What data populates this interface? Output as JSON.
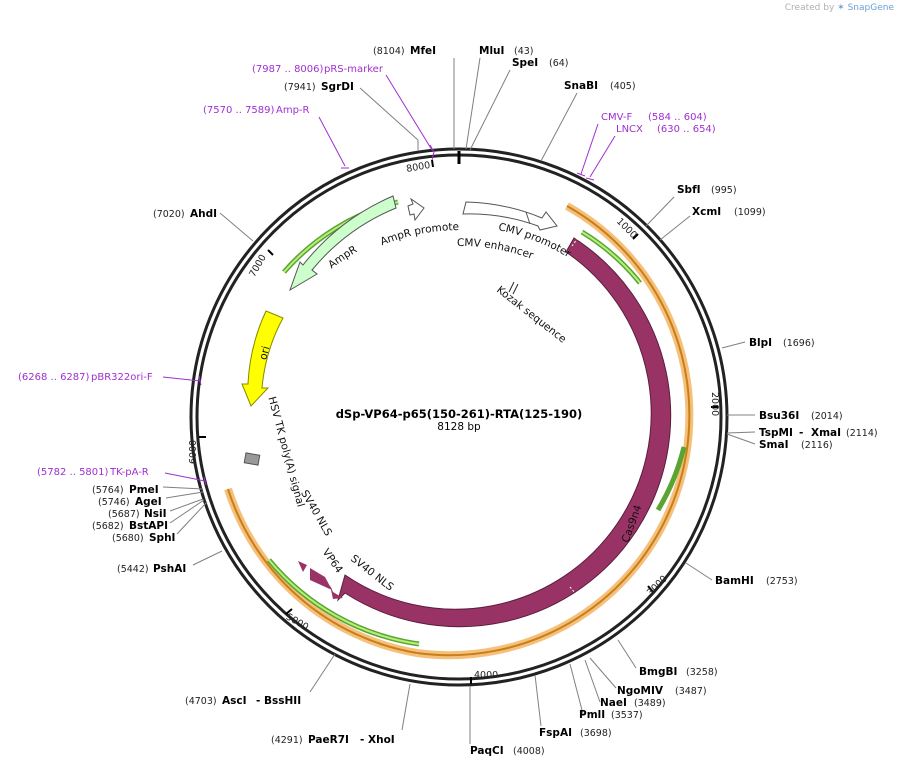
{
  "header": {
    "credit_prefix": "Created by",
    "brand": "SnapGene"
  },
  "plasmid": {
    "name": "dSp-VP64-p65(150-261)-RTA(125-190)",
    "length_label": "8128 bp"
  },
  "ruler_ticks": [
    "1000",
    "2000",
    "3000",
    "4000",
    "5000",
    "6000",
    "7000",
    "8000"
  ],
  "enzymes": [
    {
      "name": "MfeI",
      "pos": "(8104)"
    },
    {
      "name": "MluI",
      "pos": "(43)"
    },
    {
      "name": "SpeI",
      "pos": "(64)"
    },
    {
      "name": "SnaBI",
      "pos": "(405)"
    },
    {
      "name": "SbfI",
      "pos": "(995)"
    },
    {
      "name": "XcmI",
      "pos": "(1099)"
    },
    {
      "name": "BlpI",
      "pos": "(1696)"
    },
    {
      "name": "Bsu36I",
      "pos": "(2014)"
    },
    {
      "name": "TspMI",
      "pos": "(2114)",
      "name2": "XmaI"
    },
    {
      "name": "SmaI",
      "pos": "(2116)"
    },
    {
      "name": "BamHI",
      "pos": "(2753)"
    },
    {
      "name": "BmgBI",
      "pos": "(3258)"
    },
    {
      "name": "NgoMIV",
      "pos": "(3487)"
    },
    {
      "name": "NaeI",
      "pos": "(3489)"
    },
    {
      "name": "PmlI",
      "pos": "(3537)"
    },
    {
      "name": "FspAI",
      "pos": "(3698)"
    },
    {
      "name": "PaqCI",
      "pos": "(4008)"
    },
    {
      "name": "PaeR7I",
      "pos": "(4291)",
      "name2": "XhoI"
    },
    {
      "name": "AscI",
      "pos": "(4703)",
      "name2": "BssHII"
    },
    {
      "name": "PshAI",
      "pos": "(5442)"
    },
    {
      "name": "SphI",
      "pos": "(5680)"
    },
    {
      "name": "BstAPI",
      "pos": "(5682)"
    },
    {
      "name": "NsiI",
      "pos": "(5687)"
    },
    {
      "name": "AgeI",
      "pos": "(5746)"
    },
    {
      "name": "PmeI",
      "pos": "(5764)"
    },
    {
      "name": "AhdI",
      "pos": "(7020)"
    },
    {
      "name": "SgrDI",
      "pos": "(7941)"
    }
  ],
  "primers": [
    {
      "name": "pRS-marker",
      "range": "(7987 .. 8006)"
    },
    {
      "name": "Amp-R",
      "range": "(7570 .. 7589)"
    },
    {
      "name": "CMV-F",
      "range": "(584 .. 604)"
    },
    {
      "name": "LNCX",
      "range": "(630 .. 654)"
    },
    {
      "name": "pBR322ori-F",
      "range": "(6268 .. 6287)"
    },
    {
      "name": "TK-pA-R",
      "range": "(5782 .. 5801)"
    }
  ],
  "features": [
    {
      "name": "CMV enhancer",
      "color": "#ffffff"
    },
    {
      "name": "CMV promoter",
      "color": "#ffffff"
    },
    {
      "name": "Kozak sequence",
      "color": "#000000"
    },
    {
      "name": "Cas9n4",
      "color": "#993366"
    },
    {
      "name": "SV40 NLS",
      "color": "#993366"
    },
    {
      "name": "VP64",
      "color": "#993366"
    },
    {
      "name": "SV40 NLS",
      "color": "#993366"
    },
    {
      "name": "HSV TK poly(A) signal",
      "color": "#999999"
    },
    {
      "name": "ori",
      "color": "#ffff00"
    },
    {
      "name": "AmpR",
      "color": "#ccffcc"
    },
    {
      "name": "AmpR promoter",
      "color": "#ffffff"
    }
  ],
  "colors": {
    "primer": "#a02fd0",
    "orf_band": "#f5b15c",
    "orf_arrow": "#7ed957"
  }
}
